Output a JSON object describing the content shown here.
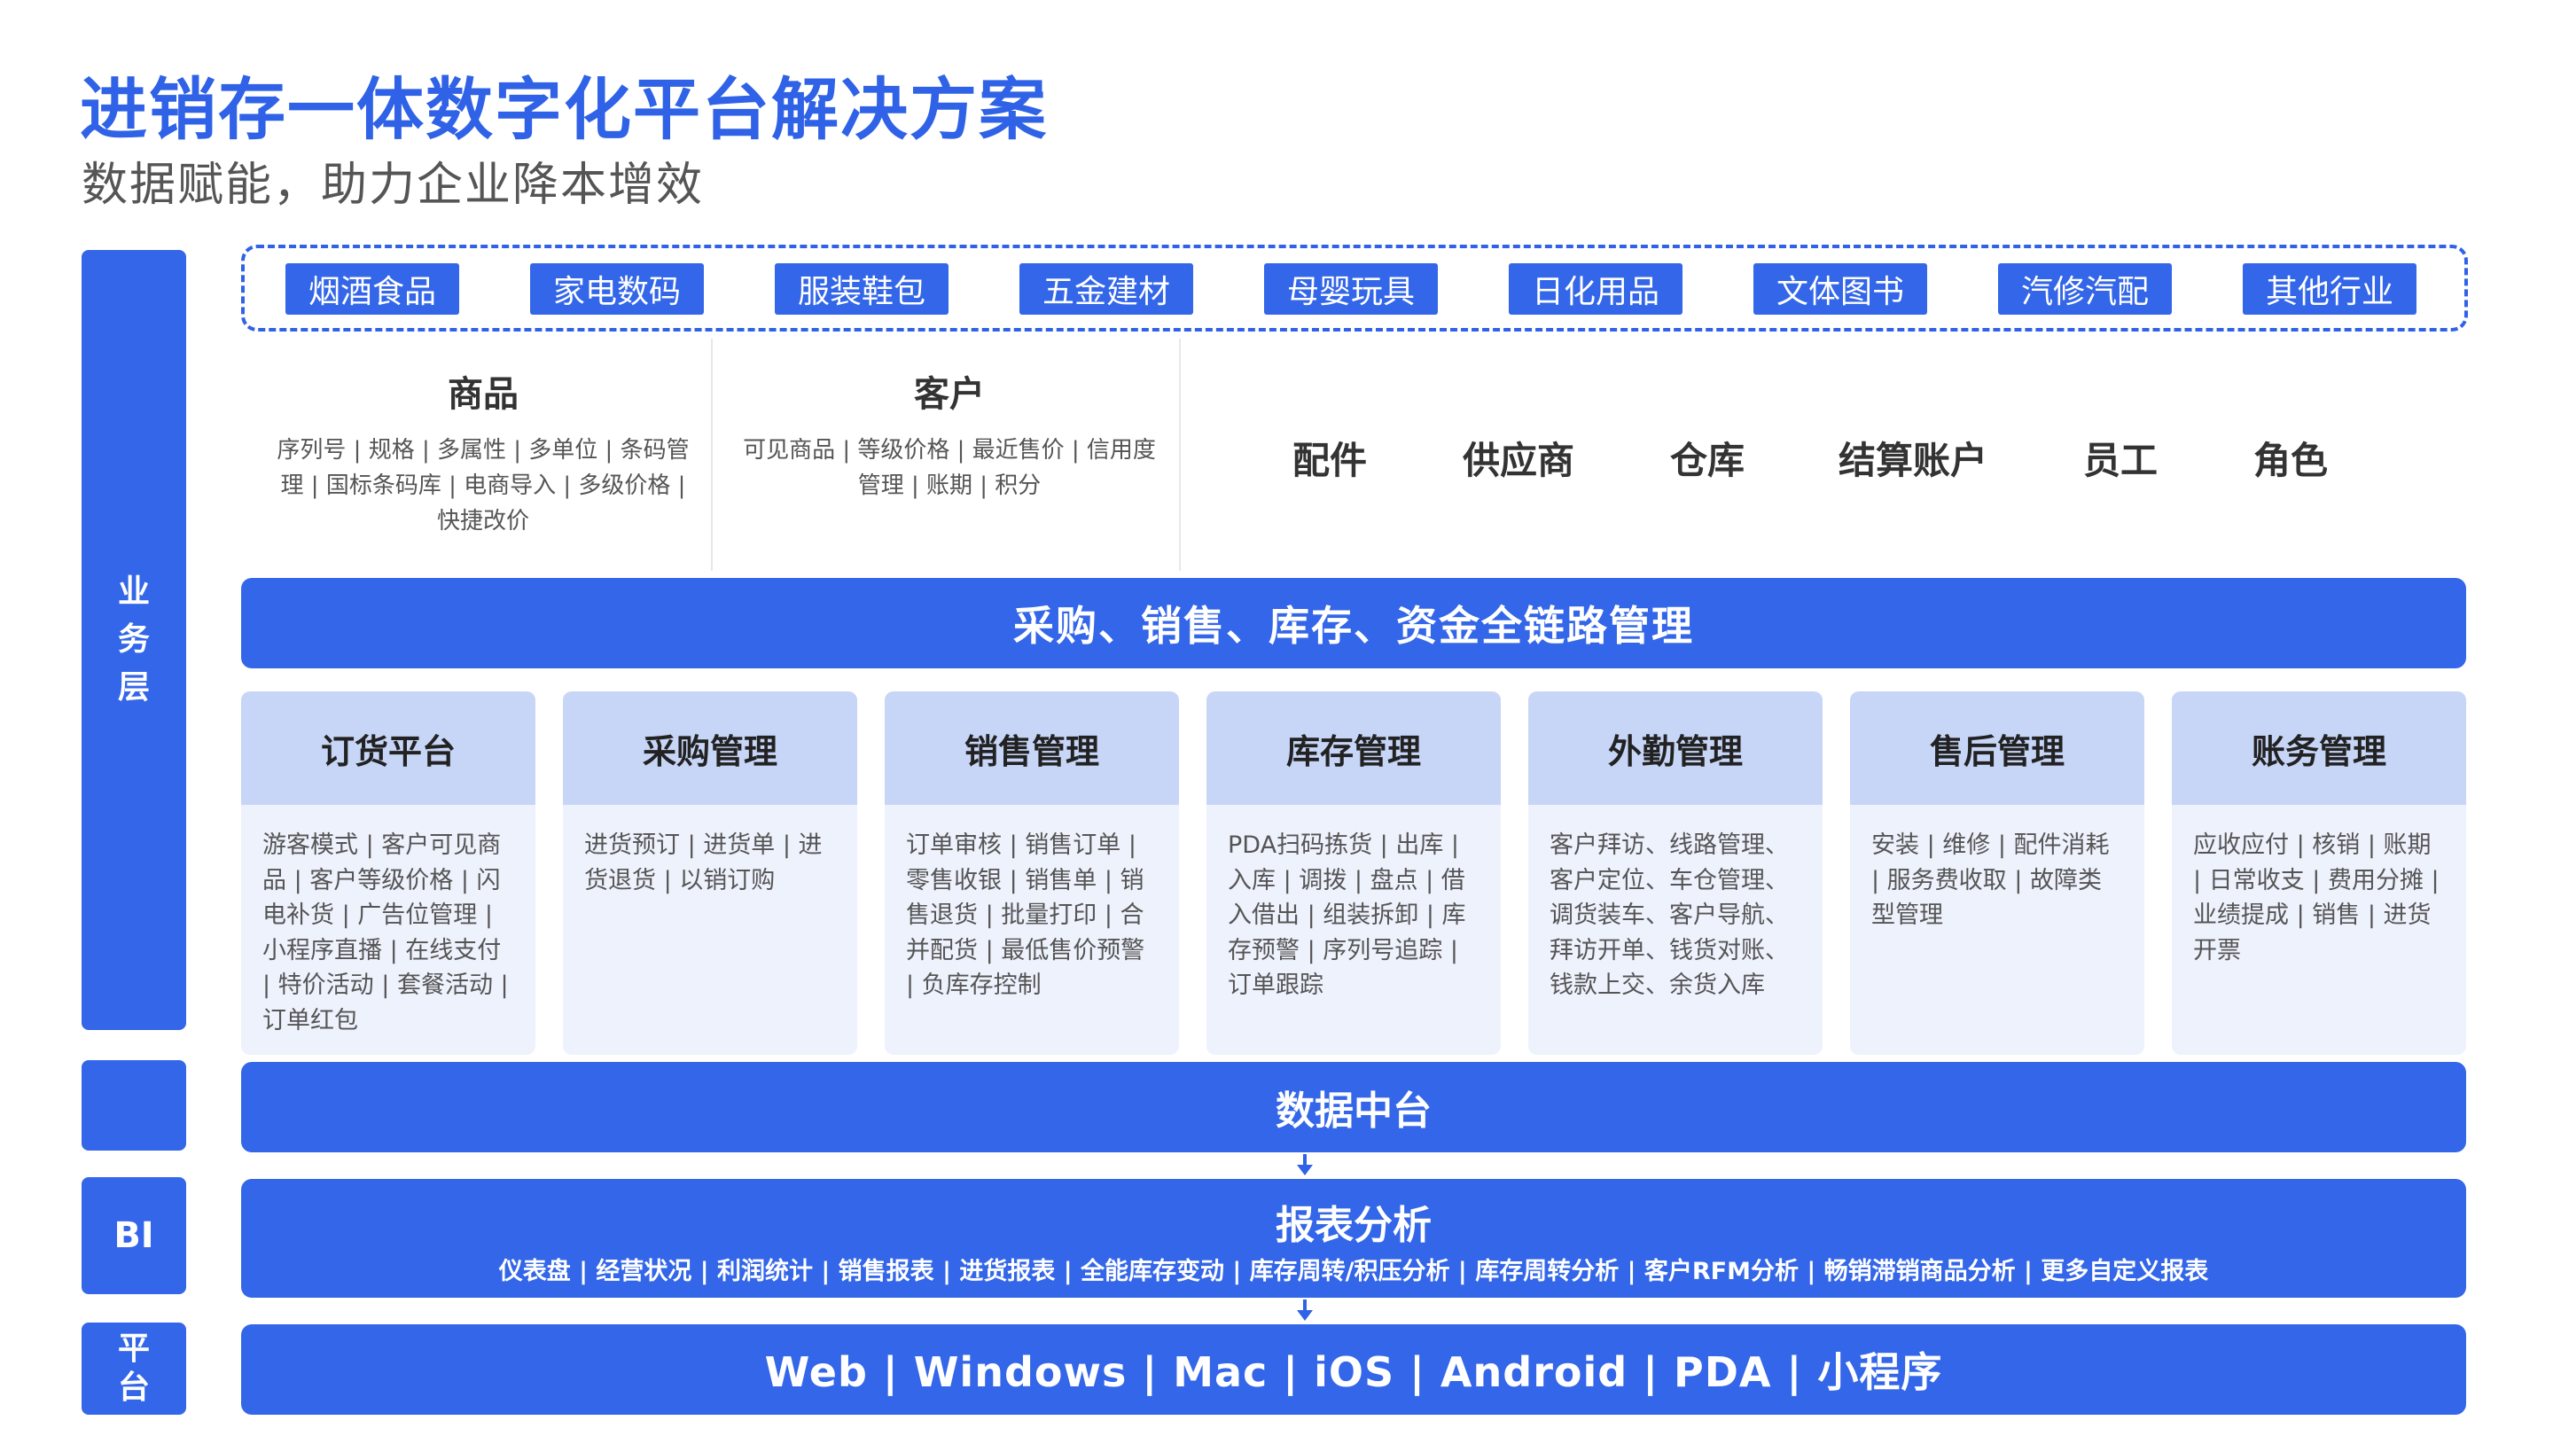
{
  "title": "进销存一体数字化平台解决方案",
  "subtitle": "数据赋能，助力企业降本增效",
  "side_labels": {
    "business": "业\n务\n层",
    "blank": "",
    "bi": "BI",
    "platform": "平\n台"
  },
  "industries": [
    "烟酒食品",
    "家电数码",
    "服装鞋包",
    "五金建材",
    "母婴玩具",
    "日化用品",
    "文体图书",
    "汽修汽配",
    "其他行业"
  ],
  "goods": {
    "title": "商品",
    "desc": "序列号 | 规格 | 多属性 | 多单位 | 条码管理 | 国标条码库 | 电商导入 | 多级价格 | 快捷改价"
  },
  "customer": {
    "title": "客户",
    "desc": "可见商品 | 等级价格 | 最近售价 | 信用度管理 | 账期 | 积分"
  },
  "entities": [
    "配件",
    "供应商",
    "仓库",
    "结算账户",
    "员工",
    "角色"
  ],
  "chain_band": "采购、销售、库存、资金全链路管理",
  "modules": [
    {
      "title": "订货平台",
      "desc": "游客模式 | 客户可见商品 | 客户等级价格 | 闪电补货 | 广告位管理 | 小程序直播 | 在线支付 | 特价活动 | 套餐活动 | 订单红包"
    },
    {
      "title": "采购管理",
      "desc": "进货预订 | 进货单 | 进货退货 | 以销订购"
    },
    {
      "title": "销售管理",
      "desc": "订单审核 | 销售订单 | 零售收银 | 销售单 | 销售退货 | 批量打印 | 合并配货 | 最低售价预警 | 负库存控制"
    },
    {
      "title": "库存管理",
      "desc": "PDA扫码拣货 | 出库 | 入库 | 调拨 | 盘点 | 借入借出 | 组装拆卸 | 库存预警 | 序列号追踪 | 订单跟踪"
    },
    {
      "title": "外勤管理",
      "desc": "客户拜访、线路管理、客户定位、车仓管理、调货装车、客户导航、拜访开单、钱货对账、钱款上交、余货入库"
    },
    {
      "title": "售后管理",
      "desc": "安装 | 维修 | 配件消耗 | 服务费收取 | 故障类型管理"
    },
    {
      "title": "账务管理",
      "desc": "应收应付 | 核销 | 账期 | 日常收支 | 费用分摊 | 业绩提成 | 销售 | 进货开票"
    }
  ],
  "data_band": "数据中台",
  "report": {
    "title": "报表分析",
    "items": "仪表盘 | 经营状况 | 利润统计 | 销售报表 | 进货报表 | 全能库存变动 | 库存周转/积压分析 | 库存周转分析 | 客户RFM分析 | 畅销滞销商品分析 | 更多自定义报表"
  },
  "platform_band": "Web | Windows | Mac | iOS | Android | PDA | 小程序",
  "colors": {
    "accent": "#3366e8",
    "title": "#2f62e6",
    "card_head": "#c7d5f7",
    "card_body": "#eef2fd"
  }
}
